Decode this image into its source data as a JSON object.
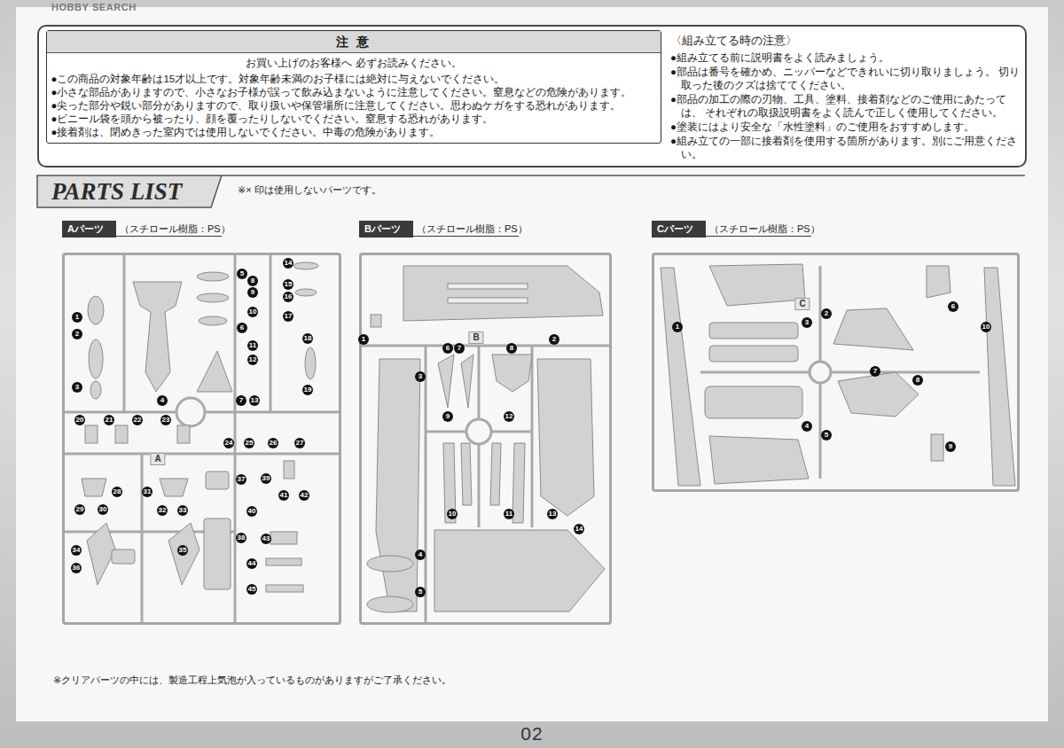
{
  "diagram": {
    "nodes": [
      {
        "text": [
          "〈組み立てる時の注意〉",
          "●組み立てる前に説明書をよく読みましょう。",
          "●部品は番号を確かめ、ニッパーなどできれいに切り取りましょう。 切り取った後のクズは捨ててください。",
          "●部品の加工の際の刃物、工具、塗料、接着剤などのご使用にあたっては、 それぞれの取扱説明書をよく読んで正しく使用してください。",
          "●塗装にはより安全な「水性塗料」のご使用をおすすめします。",
          "●組み立ての一部に接着剤を使用する箇所があります。別にご用意ください。"
        ]
      },
      {
        "text": [
          "注 意",
          "お買い上げのお客様へ 必ずお読みください。",
          "●この商品の対象年齢は15才以上です。対象年齢未満のお子様には絶対に与えないでください。",
          "●小さな部品がありますので、小さなお子様が誤って飲み込まないように注意してください。窒息などの危険があります。",
          "●尖った部分や鋭い部分がありますので、取り扱いや保管場所に注意してください。思わぬケガをする恐れがあります。",
          "●ビニール袋を頭から被ったり、顔を覆ったりしないでください。窒息する恐れがあります。",
          "●接着剤は、閉めきった室内では使用しないでください。中毒の危険があります。"
        ],
        "in": 0
      },
      {
        "text": [
          "Aパーツ",
          "（スチロール樹脂：PS）"
        ]
      },
      {
        "text": [
          "Bパーツ",
          "（スチロール樹脂：PS）"
        ]
      },
      {
        "text": [
          "Cパーツ",
          "（スチロール樹脂：PS）"
        ]
      }
    ],
    "labels": [
      "HOBBY SEARCH",
      "PARTS LIST",
      "※× 印は使用しないパーツです。",
      "1",
      "2",
      "3",
      "4",
      "5",
      "6",
      "7",
      "8",
      "9",
      "10",
      "11",
      "12",
      "13",
      "14",
      "15",
      "16",
      "17",
      "18",
      "19",
      "20",
      "21",
      "22",
      "23",
      "24",
      "25",
      "26",
      "27",
      "28",
      "29",
      "30",
      "31",
      "32",
      "33",
      "34",
      "35",
      "36",
      "37",
      "38",
      "39",
      "40",
      "41",
      "42",
      "43",
      "44",
      "45",
      "A",
      "1",
      "2",
      "3",
      "4",
      "5",
      "6",
      "7",
      "8",
      "9",
      "10",
      "11",
      "12",
      "13",
      "14",
      "B",
      "1",
      "2",
      "3",
      "4",
      "5",
      "6",
      "7",
      "8",
      "9",
      "10",
      "C",
      "※クリアパーツの中には、製造工程上気泡が入っているものがありますがご了承ください。",
      "02"
    ]
  }
}
